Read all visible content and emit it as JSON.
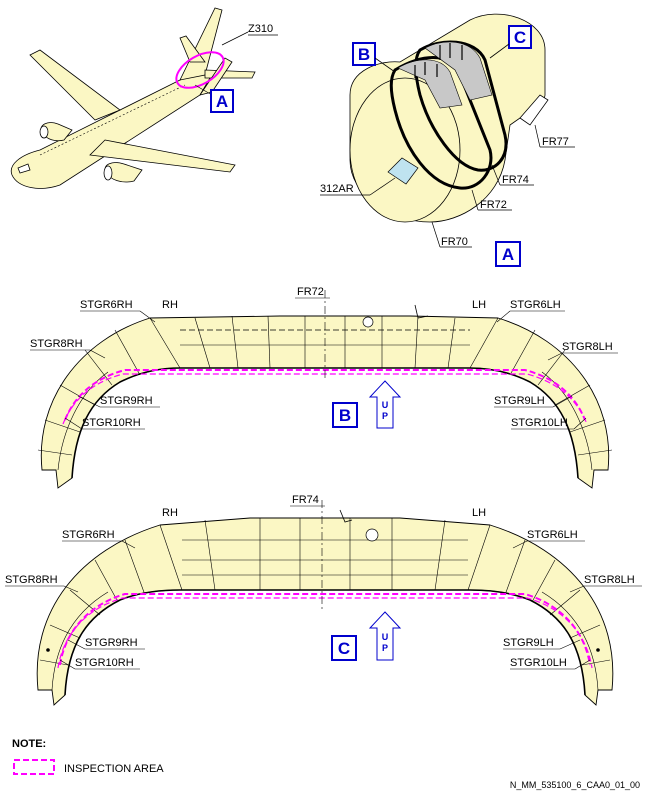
{
  "colors": {
    "fill": "#fbf7c4",
    "stroke": "#000000",
    "highlight": "#ff00ff",
    "callout": "#0000cc",
    "access_panel": "#bfe3f0",
    "frame_shade": "#c8c8c8"
  },
  "aircraft": {
    "zone_label": "Z310",
    "callout": "A"
  },
  "section_view": {
    "callout": "A",
    "detail_b": "B",
    "detail_c": "C",
    "panel_label": "312AR",
    "frames": [
      "FR70",
      "FR72",
      "FR74",
      "FR77"
    ]
  },
  "view_b": {
    "callout": "B",
    "frame": "FR72",
    "side_left": "RH",
    "side_right": "LH",
    "stringers_left": [
      "STGR6RH",
      "STGR8RH",
      "STGR9RH",
      "STGR10RH"
    ],
    "stringers_right": [
      "STGR6LH",
      "STGR8LH",
      "STGR9LH",
      "STGR10LH"
    ],
    "up_letters": [
      "U",
      "P"
    ]
  },
  "view_c": {
    "callout": "C",
    "frame": "FR74",
    "side_left": "RH",
    "side_right": "LH",
    "stringers_left": [
      "STGR6RH",
      "STGR8RH",
      "STGR9RH",
      "STGR10RH"
    ],
    "stringers_right": [
      "STGR6LH",
      "STGR8LH",
      "STGR9LH",
      "STGR10LH"
    ],
    "up_letters": [
      "U",
      "P"
    ]
  },
  "legend": {
    "note_title": "NOTE:",
    "item_label": "INSPECTION AREA"
  },
  "reference": "N_MM_535100_6_CAA0_01_00"
}
